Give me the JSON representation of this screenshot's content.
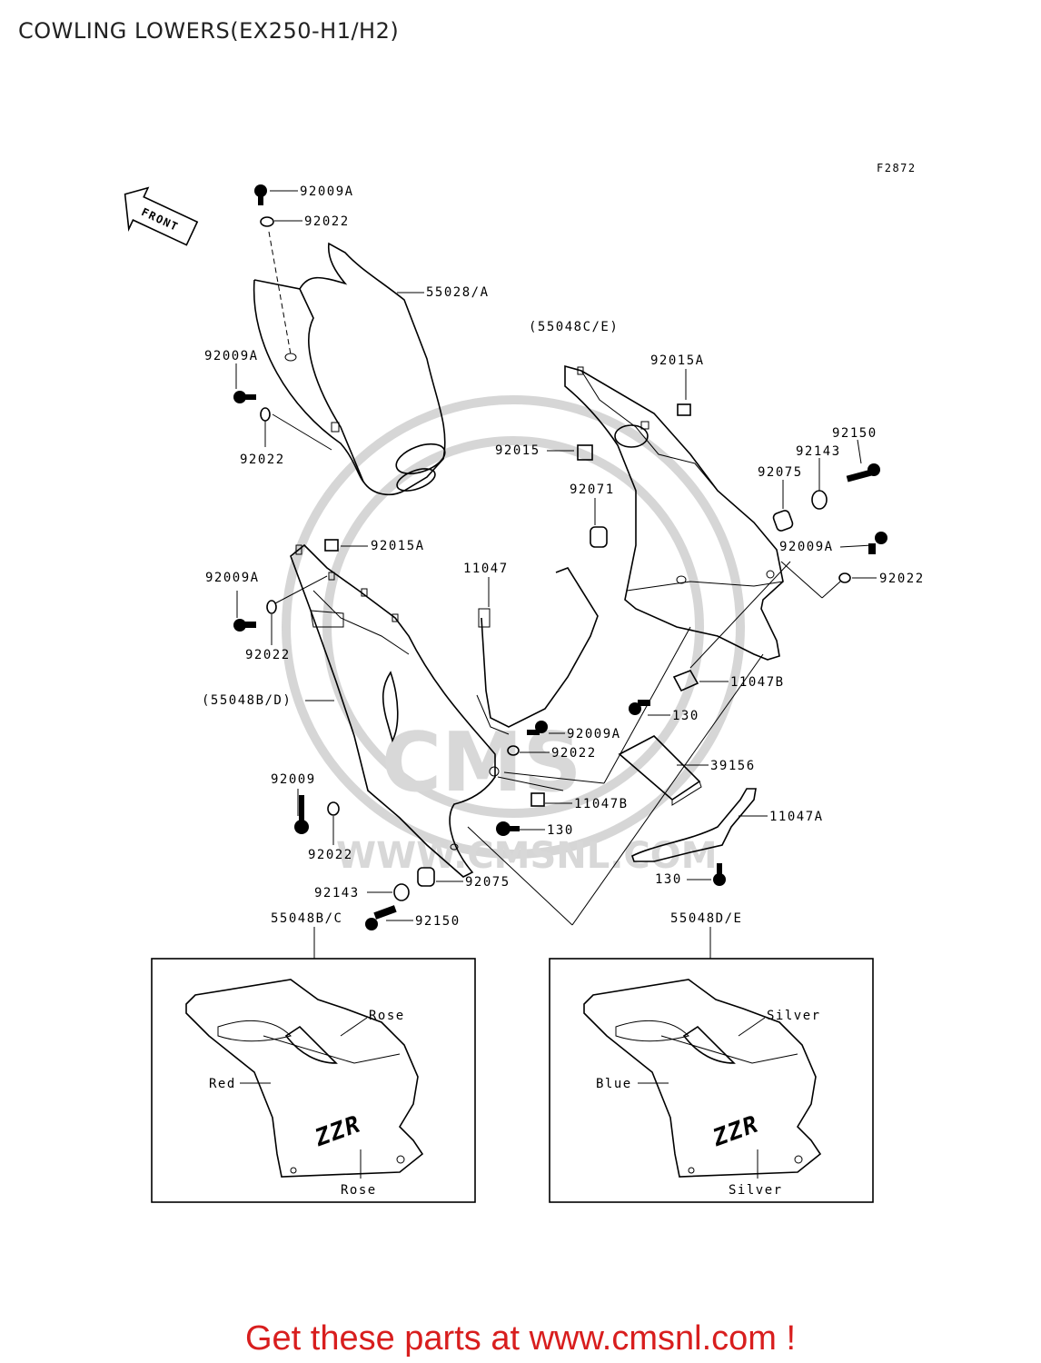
{
  "title": "COWLING LOWERS(EX250-H1/H2)",
  "figure_code": "F2872",
  "front_arrow": "FRONT",
  "watermark": {
    "brand": "CMS",
    "url": "WWW.CMSNL.COM"
  },
  "labels": {
    "p92009A_1": "92009A",
    "p92022_1": "92022",
    "p55028A": "55028/A",
    "p92009A_2": "92009A",
    "p92022_2": "92022",
    "p55048CE": "(55048C/E)",
    "p92015A_1": "92015A",
    "p92015": "92015",
    "p92150_1": "92150",
    "p92143_1": "92143",
    "p92075_1": "92075",
    "p92071": "92071",
    "p92009A_3": "92009A",
    "p92022_3": "92022",
    "p92015A_2": "92015A",
    "p11047": "11047",
    "p92009A_4": "92009A",
    "p92022_4": "92022",
    "p11047B_1": "11047B",
    "p55048BD": "(55048B/D)",
    "p130_1": "130",
    "p92009A_5": "92009A",
    "p92022_5": "92022",
    "p39156": "39156",
    "p92009": "92009",
    "p11047B_2": "11047B",
    "p11047A": "11047A",
    "p130_2": "130",
    "p92022_6": "92022",
    "p92075_2": "92075",
    "p130_3": "130",
    "p92143_2": "92143",
    "p92150_2": "92150",
    "p55048BC": "55048B/C",
    "p55048DE": "55048D/E"
  },
  "variant_left": {
    "colors": [
      "Rose",
      "Red",
      "Rose"
    ],
    "logo": "ZZR"
  },
  "variant_right": {
    "colors": [
      "Silver",
      "Blue",
      "Silver"
    ],
    "logo": "ZZR"
  },
  "footer": "Get these parts at www.cmsnl.com !",
  "footer_color": "#d81e1e"
}
